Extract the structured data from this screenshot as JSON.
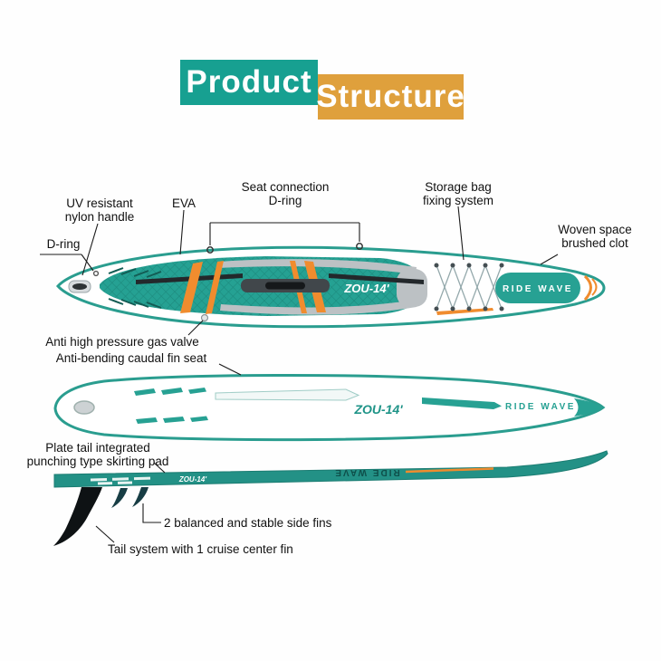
{
  "title": {
    "word1": "Product",
    "word2": "Structure"
  },
  "colors": {
    "title_teal": "#17a091",
    "title_orange": "#dfa03c",
    "board_teal": "#2a9d8f",
    "board_orange": "#f08c2e",
    "pad_gray": "#bcc1c4"
  },
  "board_texts": {
    "model": "ZOU-14'",
    "brand": "RIDE WAVE"
  },
  "labels": {
    "uv_handle_line1": "UV resistant",
    "uv_handle_line2": "nylon handle",
    "d_ring": "D-ring",
    "eva": "EVA",
    "seat_line1": "Seat connection",
    "seat_line2": "D-ring",
    "storage_line1": "Storage bag",
    "storage_line2": "fixing system",
    "woven_line1": "Woven space",
    "woven_line2": "brushed clot",
    "gas_valve": "Anti high pressure gas valve",
    "caudal_fin": "Anti-bending caudal fin seat",
    "plate_line1": "Plate tail integrated",
    "plate_line2": "punching type skirting pad",
    "side_fins": "2 balanced and stable side fins",
    "tail_system": "Tail system with 1 cruise center fin"
  }
}
